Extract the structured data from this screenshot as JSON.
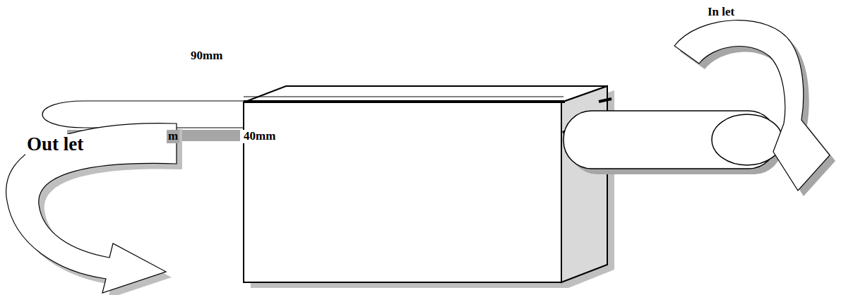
{
  "diagram": {
    "labels": [
      "In let",
      "90mm",
      "m",
      "40mm",
      "Out let"
    ]
  }
}
